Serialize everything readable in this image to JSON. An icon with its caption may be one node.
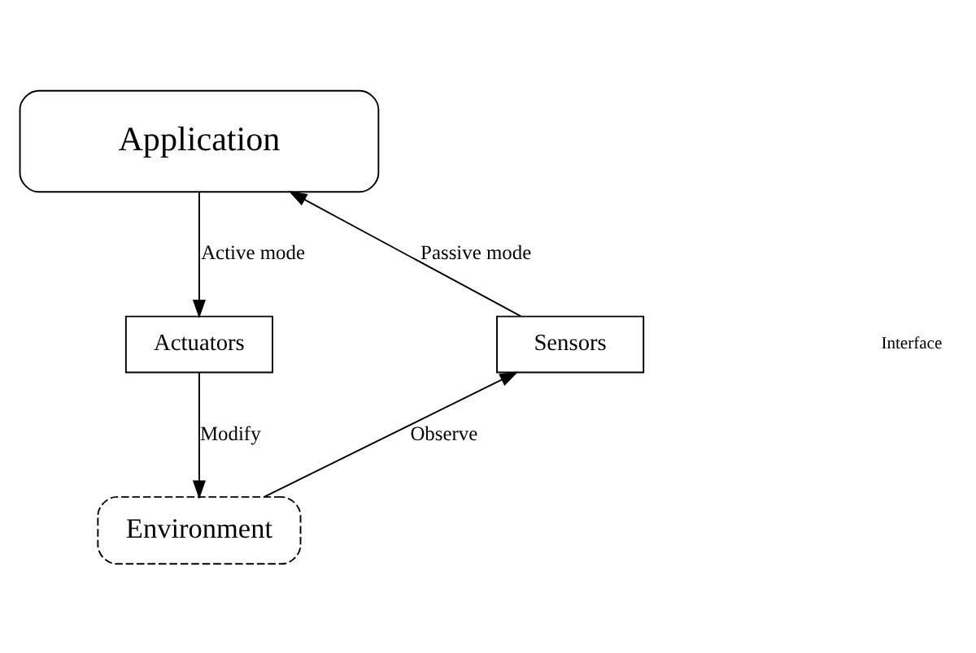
{
  "diagram": {
    "nodes": [
      {
        "text": [
          "Application"
        ]
      },
      {
        "text": [
          "Actuators"
        ]
      },
      {
        "text": [
          "Sensors"
        ]
      },
      {
        "text": [
          "Environment"
        ]
      }
    ],
    "edges": [
      {
        "from": 0,
        "to": 1,
        "arrow": "to",
        "label": "Active mode"
      },
      {
        "from": 2,
        "to": 0,
        "arrow": "to",
        "label": "Passive mode"
      },
      {
        "from": 1,
        "to": 3,
        "arrow": "to",
        "label": "Modify"
      },
      {
        "from": 3,
        "to": 2,
        "arrow": "to",
        "label": "Observe"
      }
    ],
    "labels": [
      "Interface"
    ]
  }
}
